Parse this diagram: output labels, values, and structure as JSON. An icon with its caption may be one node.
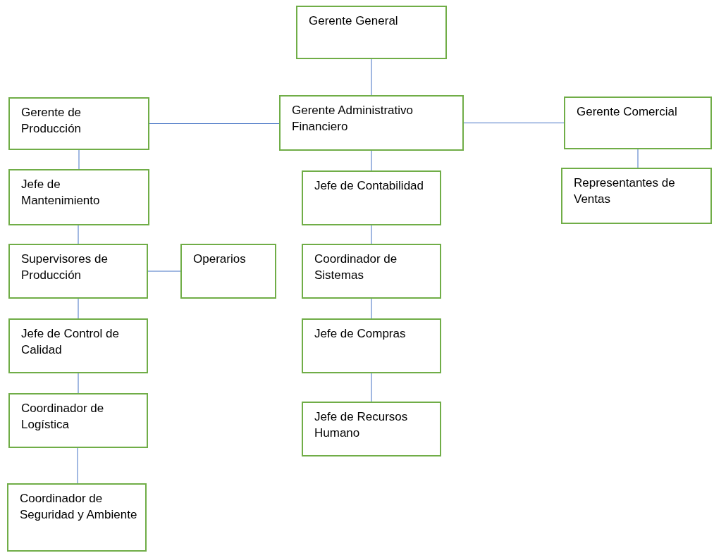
{
  "diagram": {
    "nodes": [
      {
        "text": [
          "Gerente General"
        ]
      },
      {
        "text": [
          "Gerente de Producción"
        ]
      },
      {
        "text": [
          "Gerente Administrativo Financiero"
        ]
      },
      {
        "text": [
          "Gerente Comercial"
        ]
      },
      {
        "text": [
          "Representantes de Ventas"
        ]
      },
      {
        "text": [
          "Jefe de Mantenimiento"
        ]
      },
      {
        "text": [
          "Jefe de Contabilidad"
        ]
      },
      {
        "text": [
          "Supervisores de Producción"
        ]
      },
      {
        "text": [
          "Operarios"
        ]
      },
      {
        "text": [
          "Coordinador de Sistemas"
        ]
      },
      {
        "text": [
          "Jefe de Control de Calidad"
        ]
      },
      {
        "text": [
          "Jefe de Compras"
        ]
      },
      {
        "text": [
          "Coordinador de Logística"
        ]
      },
      {
        "text": [
          "Jefe de Recursos Humano"
        ]
      },
      {
        "text": [
          "Coordinador de Seguridad y Ambiente"
        ]
      }
    ],
    "edges": [
      {
        "from": 0,
        "to": 2,
        "arrow": "none"
      },
      {
        "from": 2,
        "to": 1,
        "arrow": "none"
      },
      {
        "from": 2,
        "to": 3,
        "arrow": "none"
      },
      {
        "from": 3,
        "to": 4,
        "arrow": "none"
      },
      {
        "from": 1,
        "to": 5,
        "arrow": "none"
      },
      {
        "from": 5,
        "to": 7,
        "arrow": "none"
      },
      {
        "from": 7,
        "to": 8,
        "arrow": "none"
      },
      {
        "from": 7,
        "to": 10,
        "arrow": "none"
      },
      {
        "from": 10,
        "to": 12,
        "arrow": "none"
      },
      {
        "from": 12,
        "to": 14,
        "arrow": "none"
      },
      {
        "from": 2,
        "to": 6,
        "arrow": "none"
      },
      {
        "from": 6,
        "to": 9,
        "arrow": "none"
      },
      {
        "from": 9,
        "to": 11,
        "arrow": "none"
      },
      {
        "from": 11,
        "to": 13,
        "arrow": "none"
      }
    ]
  }
}
